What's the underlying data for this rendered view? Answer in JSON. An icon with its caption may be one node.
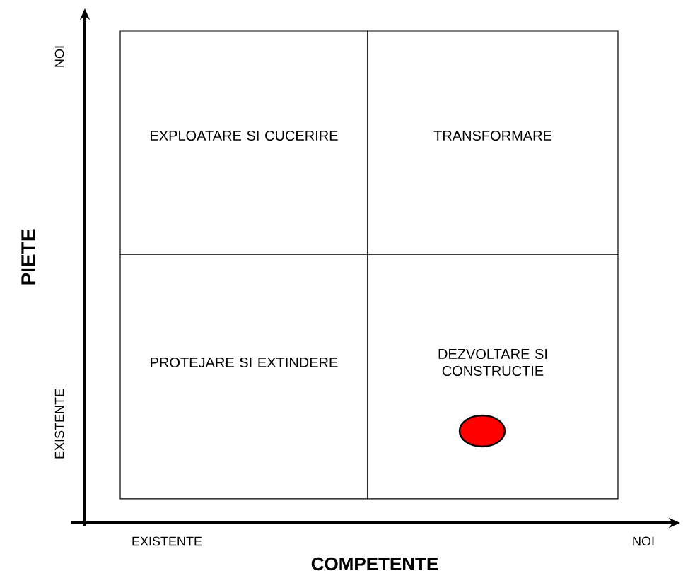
{
  "diagram": {
    "nodes": [
      {
        "text": [
          "EXPLOATARE SI CUCERIRE"
        ]
      },
      {
        "text": [
          "TRANSFORMARE"
        ]
      },
      {
        "text": [
          "PROTEJARE SI EXTINDERE"
        ]
      },
      {
        "text": [
          "DEZVOLTARE SI CONSTRUCTIE"
        ]
      }
    ],
    "edges": [],
    "labels": [
      "NOI",
      "PIETE",
      "EXISTENTE",
      "EXISTENTE",
      "COMPETENTE",
      "NOI"
    ]
  }
}
